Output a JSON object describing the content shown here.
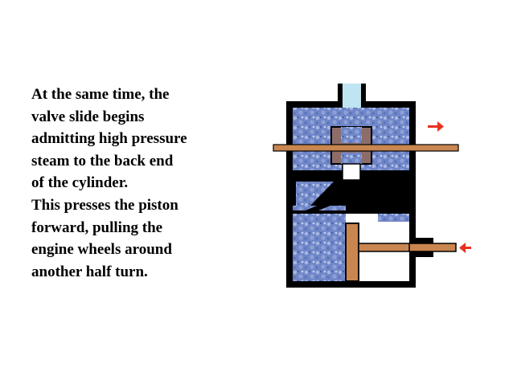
{
  "slide": {
    "text_lines": [
      "At the same time, the",
      "valve slide begins",
      "admitting high pressure",
      "steam to the back end",
      "of the cylinder.",
      "This presses the piston",
      "forward, pulling the",
      "engine wheels around",
      "another half turn."
    ]
  },
  "diagram": {
    "subject": "steam-engine-cylinder-cross-section",
    "colors": {
      "outline": "#000000",
      "steam": "#6f86c8",
      "steam_light": "#a9b8e2",
      "inlet": "#bfe4f2",
      "rod": "#c98650",
      "piston": "#c98650",
      "valve": "#8c6d6a",
      "arrow": "#e8321e"
    },
    "arrows": [
      {
        "name": "valve-rod-arrow",
        "direction": "right"
      },
      {
        "name": "piston-rod-arrow",
        "direction": "left"
      }
    ]
  }
}
